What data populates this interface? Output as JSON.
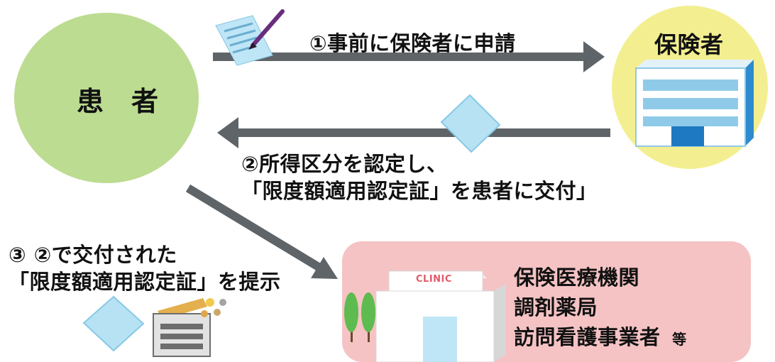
{
  "colors": {
    "patient_circle": "#bcdc91",
    "insurer_circle": "#f3ef91",
    "clinic_box": "#f5c3c4",
    "arrow": "#5e6468",
    "card": "#b6e2f3",
    "building_blue": "#1e78c2",
    "tree_green": "#5dbb4f"
  },
  "patient": {
    "label": "患　者"
  },
  "insurer": {
    "label": "保険者",
    "icon": "office-building-icon"
  },
  "steps": {
    "step1": "①事前に保険者に申請",
    "step2_line1": "②所得区分を認定し、",
    "step2_line2": "「限度額適用認定証」を患者に交付」",
    "step3_line1": "③ ②で交付された",
    "step3_line2": "「限度額適用認定証」を提示"
  },
  "clinic": {
    "sign": "CLINIC",
    "line1": "保険医療機関",
    "line2": "調剤薬局",
    "line3_main": "訪問看護事業者",
    "line3_suffix": "等"
  },
  "icons": [
    "application-form-icon",
    "pen-icon",
    "certificate-card-icon",
    "wallet-icon",
    "clinic-building-icon",
    "tree-icon"
  ]
}
